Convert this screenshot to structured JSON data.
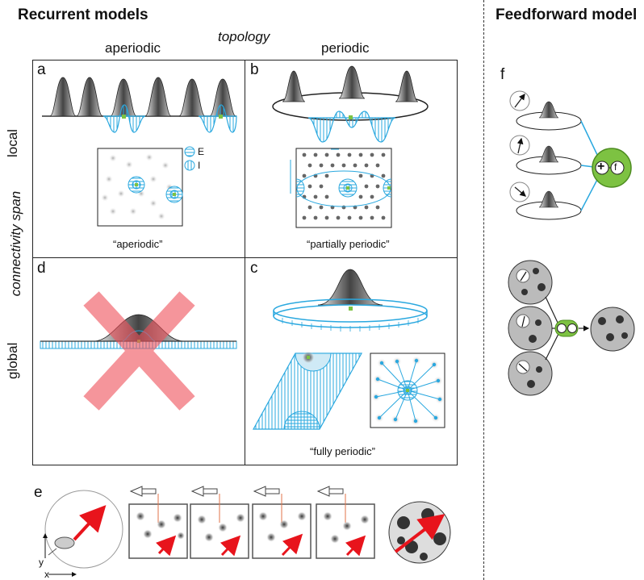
{
  "headers": {
    "recurrent": "Recurrent models",
    "feedforward": "Feedforward model",
    "topology": "topology",
    "aperiodic": "aperiodic",
    "periodic": "periodic",
    "connectivity_span": "connectivity span",
    "local": "local",
    "global": "global"
  },
  "panels": {
    "a": {
      "letter": "a",
      "caption": "“aperiodic”"
    },
    "b": {
      "letter": "b",
      "caption": "“partially periodic”"
    },
    "c": {
      "letter": "c",
      "caption": "“fully periodic”"
    },
    "d": {
      "letter": "d"
    },
    "e": {
      "letter": "e"
    },
    "f": {
      "letter": "f"
    }
  },
  "legend": {
    "excitatory": "E",
    "inhibitory": "I"
  },
  "feedforward_ops": {
    "sum": "+",
    "func": "f"
  },
  "axes_e": {
    "y": "y",
    "x": "x"
  },
  "colors": {
    "blue": "#2aa8df",
    "green": "#7dc242",
    "red": "#e8141c",
    "cross": "#f4878c",
    "gray": "#555555"
  },
  "icons": [
    "sum-icon",
    "nonlinearity-icon",
    "electrode-icon",
    "red-cross-icon",
    "arrow-icon"
  ]
}
